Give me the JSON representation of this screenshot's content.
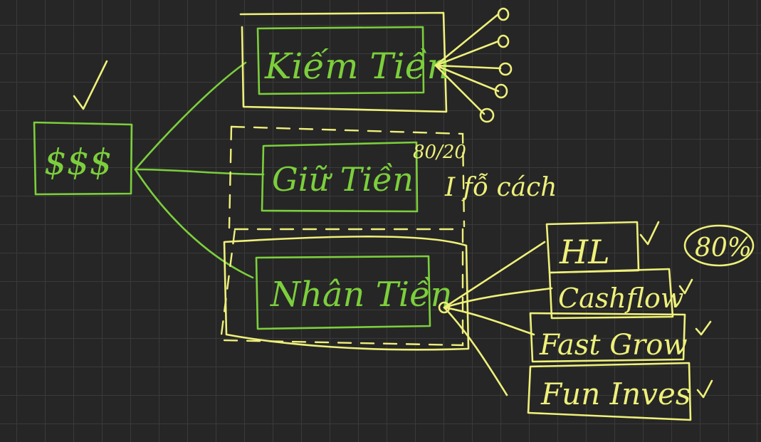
{
  "labels": {
    "money": "$$$",
    "kiem_tien": "Kiếm Tiền",
    "giu_tien": "Giữ Tiền",
    "nhan_tien": "Nhân Tiền",
    "ratio": "80/20",
    "note": "I fỗ cách",
    "hl": "HL",
    "cashflow": "Cashflow",
    "fast_grow": "Fast Grow",
    "fun_inves": "Fun Inves",
    "percent": "80%"
  },
  "colors": {
    "background": "#262626",
    "green": "#7ccf3c",
    "yellow": "#eef07a",
    "grid": "#3a3a3a"
  }
}
